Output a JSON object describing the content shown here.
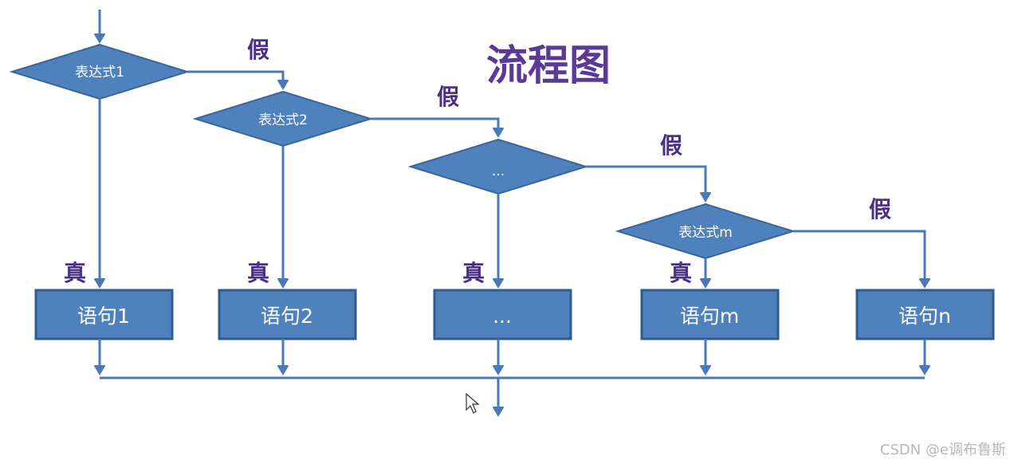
{
  "title": "流程图",
  "false_label": "假",
  "true_label": "真",
  "conditions": [
    "表达式1",
    "表达式2",
    "...",
    "表达式m"
  ],
  "statements": [
    "语句1",
    "语句2",
    "...",
    "语句m",
    "语句n"
  ],
  "watermark": "CSDN @e调布鲁斯"
}
